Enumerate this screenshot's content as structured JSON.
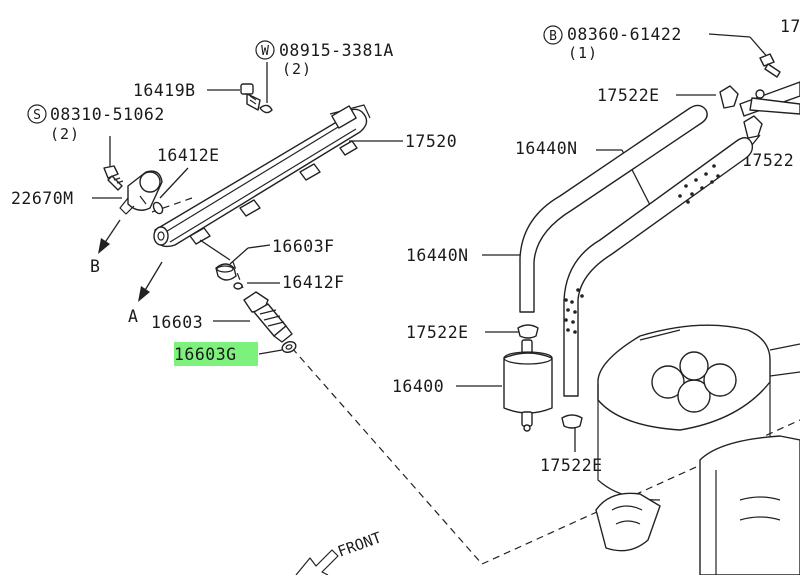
{
  "parts": {
    "bolt_w": "08915-3381A",
    "bolt_w_qty": "(2)",
    "bolt_w_symbol": "W",
    "p16419b": "16419B",
    "screw_s": "08310-51062",
    "screw_s_qty": "(2)",
    "screw_s_symbol": "S",
    "p16412e": "16412E",
    "p17520": "17520",
    "p22670m": "22670M",
    "p16603f": "16603F",
    "p16412f": "16412F",
    "p16603": "16603",
    "p16603g": "16603G",
    "bolt_b": "08360-61422",
    "bolt_b_qty": "(1)",
    "bolt_b_symbol": "B",
    "p17_cut": "17",
    "p17522e_top": "17522E",
    "p16440n_top": "16440N",
    "p17522_right_cut": "17522",
    "p16440n_left": "16440N",
    "p17522e_mid": "17522E",
    "p16400": "16400",
    "p17522e_bottom": "17522E"
  },
  "markers": {
    "arrow_a": "A",
    "arrow_b": "B",
    "front": "FRONT"
  },
  "colors": {
    "highlight": "#7CF27C",
    "ink": "#222222",
    "background": "#ffffff"
  }
}
